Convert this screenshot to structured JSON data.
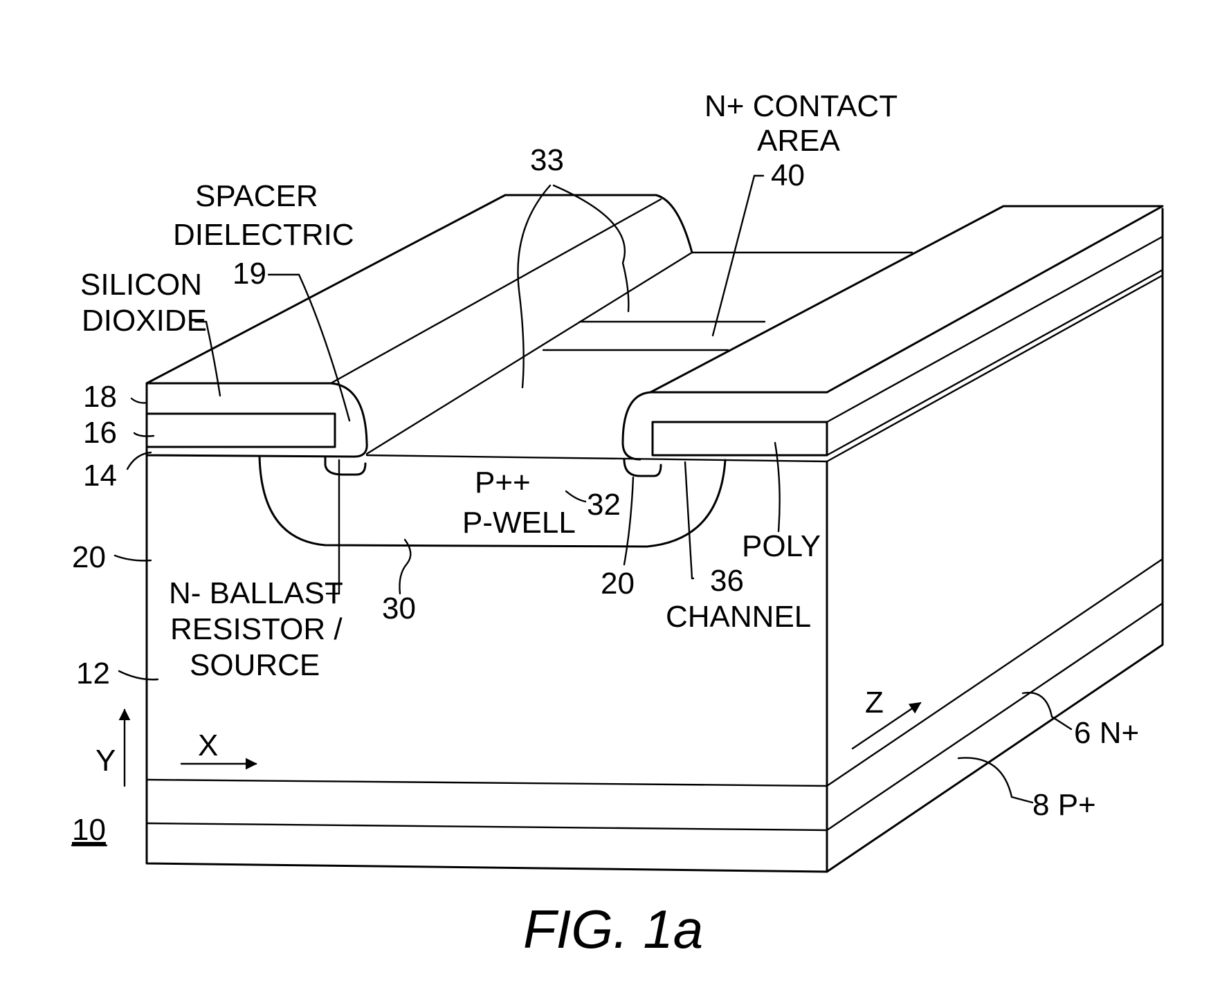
{
  "labels": {
    "n_contact_area_1": "N+ CONTACT",
    "n_contact_area_2": "AREA",
    "ref_40": "40",
    "ref_33": "33",
    "spacer_dielectric_1": "SPACER",
    "spacer_dielectric_2": "DIELECTRIC",
    "ref_19": "19",
    "silicon_dioxide_1": "SILICON",
    "silicon_dioxide_2": "DIOXIDE",
    "ref_18": "18",
    "ref_16": "16",
    "ref_14": "14",
    "ref_20_left": "20",
    "p_plus_plus": "P++",
    "ref_32": "32",
    "p_well": "P-WELL",
    "poly": "POLY",
    "ref_20_right": "20",
    "ref_36": "36",
    "channel": "CHANNEL",
    "n_ballast_1": "N- BALLAST",
    "n_ballast_2": "RESISTOR /",
    "n_ballast_3": "SOURCE",
    "ref_30": "30",
    "ref_12": "12",
    "axis_y": "Y",
    "axis_x": "X",
    "axis_z": "Z",
    "ref_10": "10",
    "n_plus_layer": "6 N+",
    "p_plus_layer": "8 P+"
  },
  "caption": "FIG. 1a"
}
